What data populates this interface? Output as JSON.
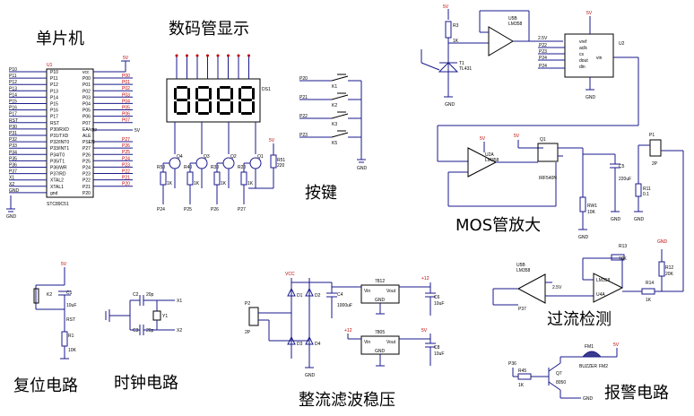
{
  "labels": {
    "mcu": "单片机",
    "display": "数码管显示",
    "keys": "按键",
    "mos": "MOS管放大",
    "overcurrent": "过流检测",
    "reset": "复位电路",
    "clock": "时钟电路",
    "rectifier": "整流滤波稳压",
    "alarm": "报警电路"
  },
  "mcu": {
    "ref": "U1",
    "part": "STC89C51",
    "left_pins": [
      "P10",
      "P11",
      "P12",
      "P13",
      "P14",
      "P15",
      "P16",
      "P17",
      "RST",
      "P30",
      "P31",
      "P32",
      "P33",
      "P34",
      "P35",
      "P36",
      "P37",
      "X1",
      "X2",
      "GND"
    ],
    "inner_left": [
      "P10",
      "P11",
      "P12",
      "P13",
      "P14",
      "P15",
      "P16",
      "P17",
      "RST",
      "P30/RXD",
      "P31/TXD",
      "P32/INT0",
      "P33/INT1",
      "P34/T0",
      "P35/T1",
      "P36/WR",
      "P37/RD",
      "XTAL2",
      "XTAL1",
      "gnd"
    ],
    "inner_right": [
      "vcc",
      "P00",
      "P01",
      "P02",
      "P03",
      "P04",
      "P05",
      "P06",
      "P07",
      "EA/vpp",
      "ALE",
      "PSEN",
      "P27",
      "P26",
      "P25",
      "P24",
      "P23",
      "P22",
      "P21",
      "P20"
    ],
    "right_pins": [
      "P00",
      "P01",
      "P02",
      "P03",
      "P04",
      "P05",
      "P06",
      "P07",
      "",
      "",
      "P27",
      "P26",
      "P25",
      "P24",
      "P23",
      "P22",
      "P21",
      "P20"
    ],
    "vcc": "5V"
  },
  "display": {
    "digits": "8888",
    "ref": "DS1",
    "transistors": [
      "Q4",
      "Q3",
      "Q2",
      "Q1"
    ],
    "base_res": [
      "R50",
      "R40",
      "R30",
      "R20"
    ],
    "res_vals": [
      "1K",
      "1K",
      "1K",
      "1K"
    ],
    "ports": [
      "P24",
      "P25",
      "P26",
      "P27"
    ],
    "pull": "R51",
    "pull_val": "220",
    "vcc": "5V"
  },
  "keys": {
    "pins": [
      "P20",
      "P21",
      "P22",
      "P23"
    ],
    "refs": [
      "K1",
      "K2",
      "K3",
      "K5"
    ]
  },
  "amp_top": {
    "u": "U5B",
    "part": "LM358",
    "r": "R3",
    "r_val": "1K",
    "t": "T1",
    "t_part": "TL431",
    "adc_ref": "U2",
    "adc_pins": [
      "vref",
      "aclk",
      "cs",
      "dout",
      "din"
    ],
    "adc_out": "vin",
    "ports": [
      "P22",
      "P23",
      "P24"
    ],
    "vout": "2.5V",
    "vcc": "5V"
  },
  "mos": {
    "u": "U2A",
    "part": "LM358",
    "q": "Q1",
    "q_part": "IRF540N",
    "vcc": "5V",
    "c": "C5",
    "c_val": "220uF",
    "rw": "RW1",
    "rw_val": "10K",
    "conn": "P1",
    "r": "R11",
    "r_val": "0.1"
  },
  "overcurrent": {
    "u1": "U5B",
    "u1_part": "LM358",
    "u2": "U4A",
    "u2_part": "LM358",
    "r13": "R13",
    "r13_val": "10K",
    "r12": "R12",
    "r12_val": "20K",
    "r14": "R14",
    "r14_val": "1K",
    "vref": "2.5V",
    "out": "P37"
  },
  "reset": {
    "cap": "C1",
    "cap_val": "10uF",
    "key": "K2",
    "r": "R1",
    "r_val": "10K",
    "rst": "RST",
    "vcc": "5V"
  },
  "clock": {
    "c1": "C2",
    "c1_val": "20p",
    "c2": "C3",
    "c2_val": "20p",
    "y": "Y1",
    "x1": "X1",
    "x2": "X2"
  },
  "rectifier": {
    "conn": "P2",
    "diodes": [
      "D1",
      "D2",
      "D3",
      "D4"
    ],
    "c4": "C4",
    "c4_val": "1000uF",
    "reg1": "7812",
    "reg2": "7805",
    "c6": "C6",
    "c6_val": "10uF",
    "c8": "C8",
    "c8_val": "10uF",
    "vin": "Vin",
    "vout": "Vout",
    "gnd": "GND",
    "v12": "+12",
    "v5": "5V",
    "vcc": "VCC"
  },
  "alarm": {
    "pin": "P36",
    "r": "R45",
    "r_val": "1K",
    "q": "Q7",
    "q_part": "8050",
    "bz": "FM1",
    "bz_lbl": "BUZZER",
    "bz_net": "FM2"
  }
}
